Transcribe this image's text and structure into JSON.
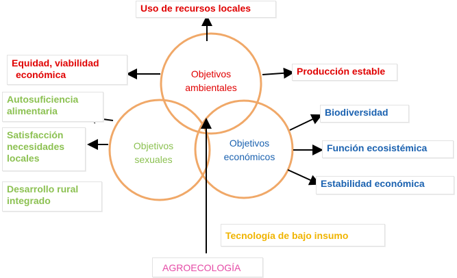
{
  "circles": {
    "ambiental": {
      "line1": "Objetivos",
      "line2": "ambientales"
    },
    "sexual": {
      "line1": "Objetivos",
      "line2": "sexuales"
    },
    "economico": {
      "line1": "Objetivos",
      "line2": "económicos"
    }
  },
  "outcomes": {
    "top": "Uso de recursos locales",
    "equidad_l1": "Equidad, viabilidad",
    "equidad_l2": "económica",
    "produccion": "Producción estable",
    "autosuf_l1": "Autosuficiencia",
    "autosuf_l2": "alimentaria",
    "satisf_l1": "Satisfacción",
    "satisf_l2": "necesidades",
    "satisf_l3": "locales",
    "desarrollo_l1": "Desarrollo rural",
    "desarrollo_l2": "integrado",
    "biodiversidad": "Biodiversidad",
    "funcion": "Función ecosistémica",
    "estabilidad": "Estabilidad económica"
  },
  "inputs": {
    "tecnologia": "Tecnología de bajo insumo",
    "agroecologia": "AGROECOLOGÍA"
  },
  "colors": {
    "circle_stroke": "#f0a868",
    "arrow": "#000000",
    "red_text": "#e00000",
    "blue_text": "#1b62b0",
    "green_text": "#8cc152",
    "orange_text": "#f0b400",
    "pink_text": "#e54aa6"
  }
}
